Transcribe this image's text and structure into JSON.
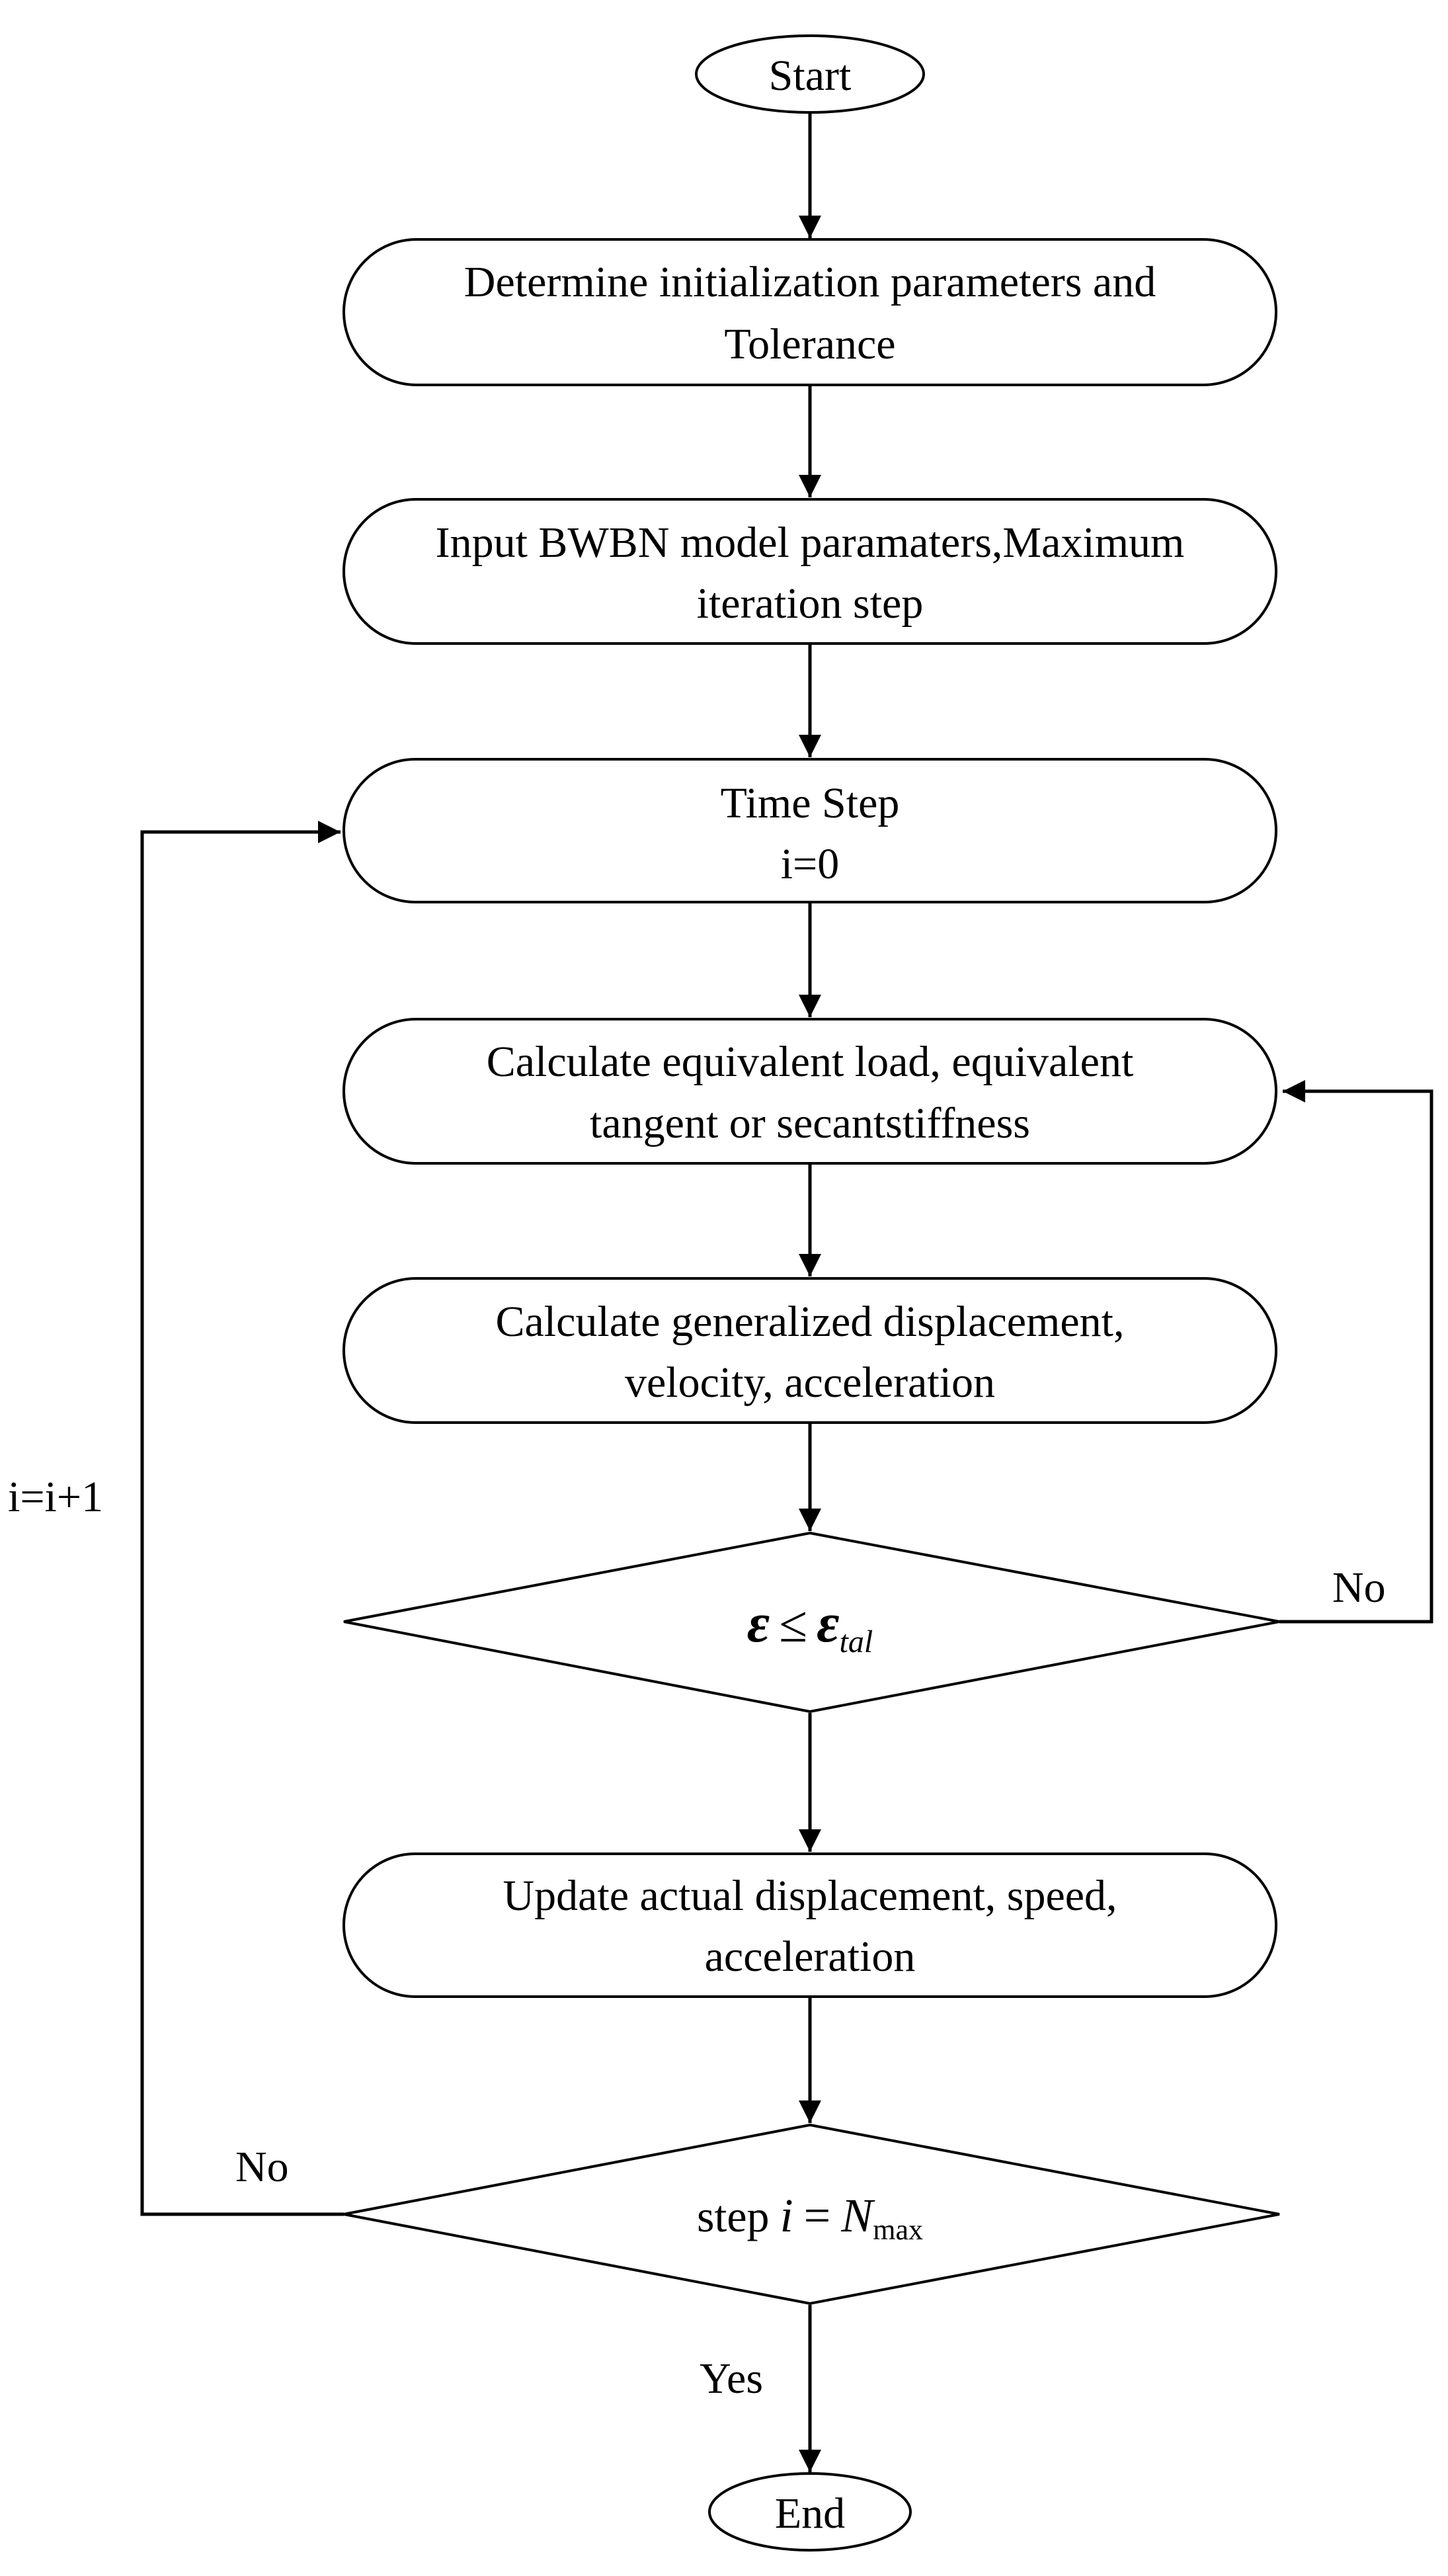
{
  "diagram": {
    "nodes": {
      "start": {
        "text": "Start"
      },
      "init": {
        "lines": [
          "Determine initialization parameters and",
          "Tolerance"
        ]
      },
      "input": {
        "lines": [
          "Input BWBN model paramaters,Maximum",
          "iteration step"
        ]
      },
      "time_step": {
        "lines": [
          "Time Step",
          "i=0"
        ]
      },
      "calc_load": {
        "lines": [
          "Calculate equivalent load, equivalent",
          "tangent or secantstiffness"
        ]
      },
      "calc_disp": {
        "lines": [
          "Calculate generalized displacement,",
          "velocity, acceleration"
        ]
      },
      "check_tol": {
        "symbol": "ε",
        "relation": "≤",
        "symbol2": "ε",
        "subscript": "tal"
      },
      "update": {
        "lines": [
          "Update actual displacement, speed,",
          "acceleration"
        ]
      },
      "check_step": {
        "prefix": "step",
        "var": "i",
        "relation": "=",
        "rhs": "N",
        "subscript": "max"
      },
      "end": {
        "text": "End"
      }
    },
    "edges": {
      "tol_no": "No",
      "step_no": "No",
      "step_yes": "Yes",
      "increment": "i=i+1"
    }
  }
}
